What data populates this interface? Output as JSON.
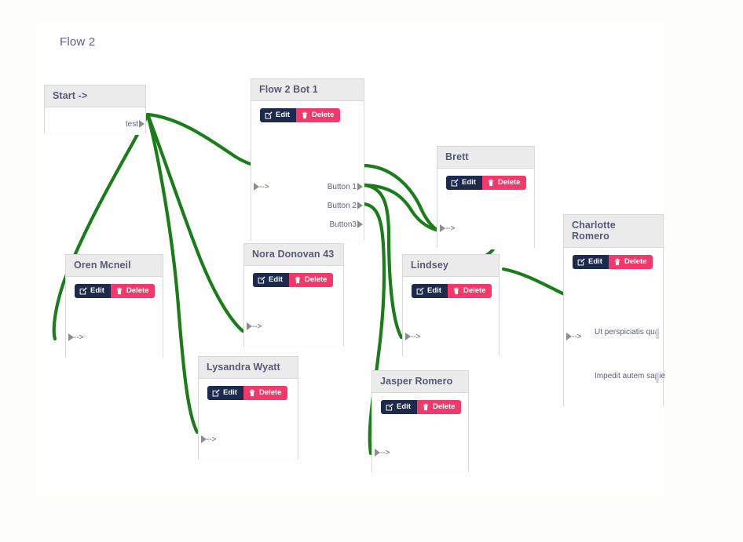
{
  "flow": {
    "title": "Flow 2",
    "canvas_bg": "#ffffff",
    "page_bg": "#fdfdfa",
    "link_color": "#1a7d1a"
  },
  "buttons": {
    "edit_label": "Edit",
    "delete_label": "Delete",
    "edit_color": "#1b2a4e",
    "delete_color": "#f5386a",
    "edit_icon": "pencil-square-icon",
    "delete_icon": "trash-icon"
  },
  "nodes": [
    {
      "id": "start",
      "title": "Start ->",
      "has_actions": false,
      "inputs": [],
      "outputs": [
        "test"
      ]
    },
    {
      "id": "flow-2-bot-1",
      "title": "Flow 2 Bot 1",
      "has_actions": true,
      "inputs": [
        "-->"
      ],
      "outputs": [
        "Button 1",
        "Button 2",
        "Button3"
      ]
    },
    {
      "id": "oren-mcneil",
      "title": "Oren Mcneil",
      "has_actions": true,
      "inputs": [
        "-->"
      ],
      "outputs": []
    },
    {
      "id": "nora-donovan-43",
      "title": "Nora Donovan 43",
      "has_actions": true,
      "inputs": [
        "-->"
      ],
      "outputs": []
    },
    {
      "id": "lysandra-wyatt",
      "title": "Lysandra Wyatt",
      "has_actions": true,
      "inputs": [
        "-->"
      ],
      "outputs": []
    },
    {
      "id": "jasper-romero",
      "title": "Jasper Romero",
      "has_actions": true,
      "inputs": [
        "-->"
      ],
      "outputs": []
    },
    {
      "id": "lindsey",
      "title": "Lindsey",
      "has_actions": true,
      "inputs": [
        "-->"
      ],
      "outputs": []
    },
    {
      "id": "brett",
      "title": "Brett",
      "has_actions": true,
      "inputs": [
        "-->"
      ],
      "outputs": []
    },
    {
      "id": "charlotte-romero",
      "title": "Charlotte Romero",
      "has_actions": true,
      "inputs": [
        "-->"
      ],
      "outputs": [
        "Ut perspiciatis qua",
        "Impedit autem sapie"
      ]
    }
  ],
  "links": [
    {
      "from": "start.test",
      "to": "flow-2-bot-1.in"
    },
    {
      "from": "start.test",
      "to": "oren-mcneil.in"
    },
    {
      "from": "start.test",
      "to": "nora-donovan-43.in"
    },
    {
      "from": "start.test",
      "to": "lysandra-wyatt.in"
    },
    {
      "from": "flow-2-bot-1.Button 1",
      "to": "brett.in"
    },
    {
      "from": "flow-2-bot-1.Button 2",
      "to": "brett.in"
    },
    {
      "from": "flow-2-bot-1.Button 2",
      "to": "lindsey.in"
    },
    {
      "from": "flow-2-bot-1.Button3",
      "to": "jasper-romero.in"
    },
    {
      "from": "brett.out",
      "to": "charlotte-romero.in"
    },
    {
      "from": "lindsey.out",
      "to": "charlotte-romero.in"
    }
  ]
}
